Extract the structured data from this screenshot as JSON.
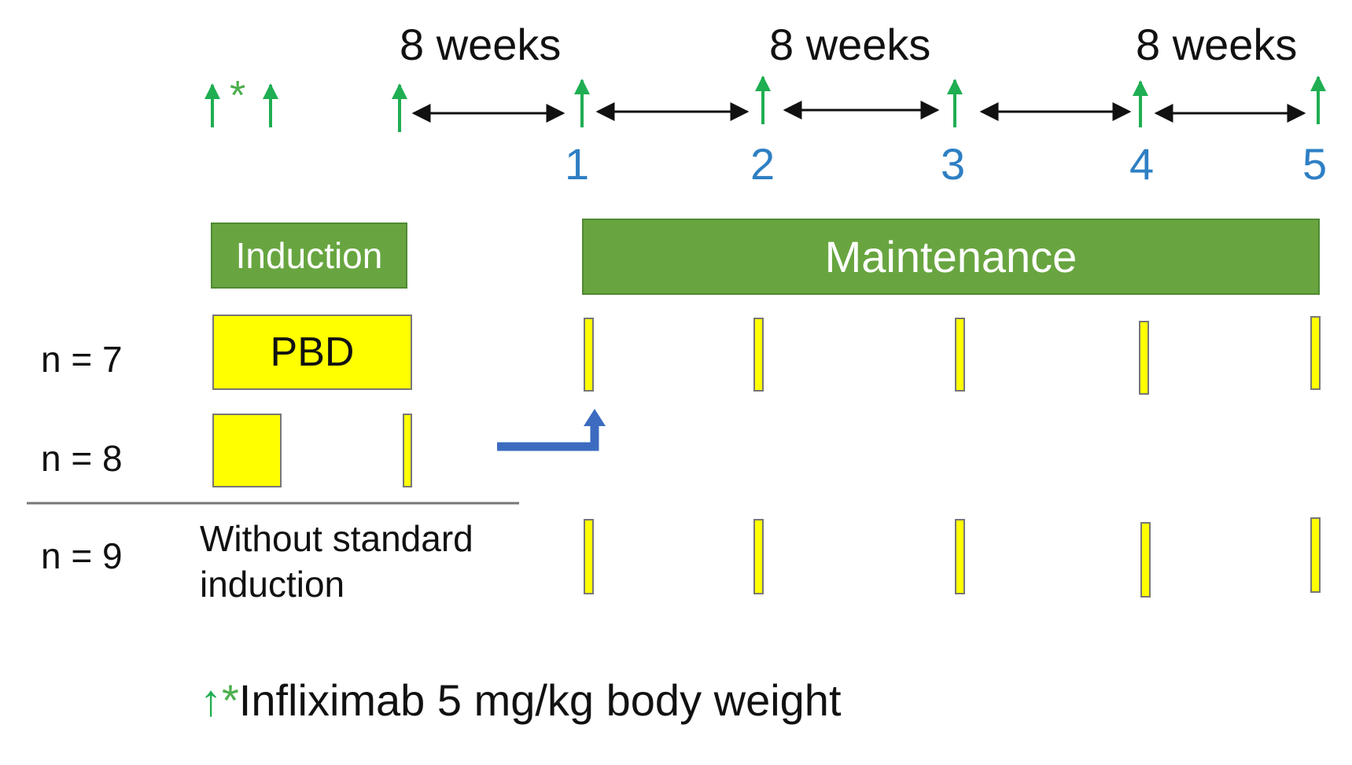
{
  "interval_labels": [
    "8 weeks",
    "8 weeks",
    "8 weeks"
  ],
  "visit_numbers": [
    "1",
    "2",
    "3",
    "4",
    "5"
  ],
  "phases": {
    "induction": "Induction",
    "maintenance": "Maintenance"
  },
  "groups": [
    {
      "n_label": "n = 7",
      "induction_label": "PBD"
    },
    {
      "n_label": "n = 8"
    },
    {
      "n_label": "n = 9",
      "induction_text_line1": "Without standard",
      "induction_text_line2": "induction"
    }
  ],
  "legend": {
    "symbol": "↑",
    "star": "*",
    "text": "Infliximab 5 mg/kg body weight"
  },
  "colors": {
    "arrow_green": "#1fae52",
    "visit_blue": "#2e7fc4",
    "phase_green": "#68a540",
    "dose_yellow": "#ffff00",
    "switch_arrow": "#3c6bc0"
  }
}
